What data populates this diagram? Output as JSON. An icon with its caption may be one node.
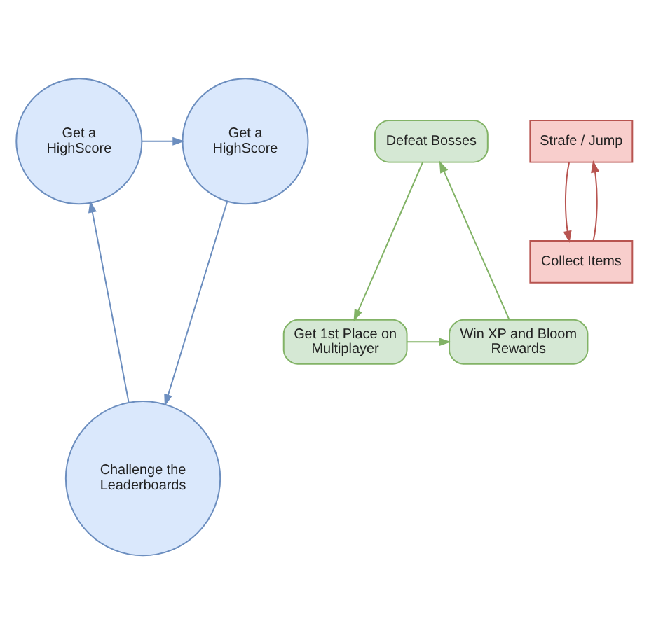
{
  "diagram": {
    "nodes": [
      {
        "text": [
          "Get a HighScore"
        ]
      },
      {
        "text": [
          "Get a HighScore"
        ]
      },
      {
        "text": [
          "Defeat Bosses"
        ]
      },
      {
        "text": [
          "Strafe / Jump"
        ]
      },
      {
        "text": [
          "Collect Items"
        ]
      },
      {
        "text": [
          "Win XP and Bloom Rewards"
        ]
      },
      {
        "text": [
          "Get 1st Place on Multiplayer"
        ]
      },
      {
        "text": [
          "Challenge the Leaderboards"
        ]
      }
    ],
    "edges": [
      {
        "from": 0,
        "to": 1,
        "arrow": "to",
        "color": "#6c8ebf"
      },
      {
        "from": 1,
        "to": 7,
        "arrow": "to",
        "color": "#6c8ebf"
      },
      {
        "from": 7,
        "to": 0,
        "arrow": "to",
        "color": "#6c8ebf"
      },
      {
        "from": 5,
        "to": 2,
        "arrow": "to",
        "color": "#82b366"
      },
      {
        "from": 2,
        "to": 6,
        "arrow": "to",
        "color": "#82b366"
      },
      {
        "from": 6,
        "to": 5,
        "arrow": "to",
        "color": "#82b366"
      },
      {
        "from": 4,
        "to": 3,
        "arrow": "to",
        "color": "#b85450"
      },
      {
        "from": 3,
        "to": 4,
        "arrow": "to",
        "color": "#b85450"
      }
    ]
  }
}
